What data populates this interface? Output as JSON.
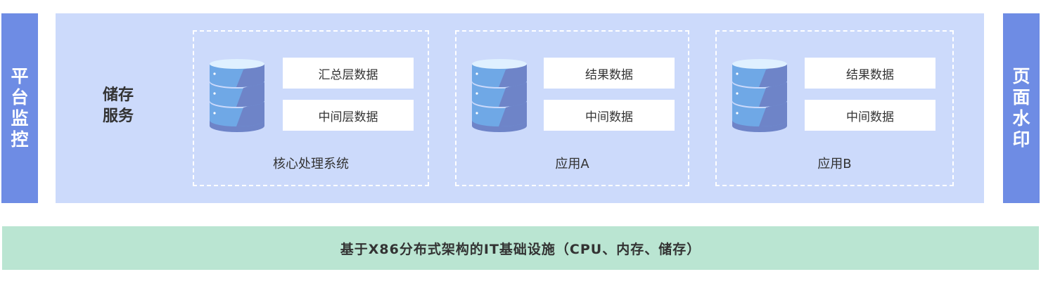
{
  "left_bar": {
    "label": "平台监控"
  },
  "right_bar": {
    "label": "页面水印"
  },
  "storage": {
    "label": "储存服务"
  },
  "groups": [
    {
      "caption": "核心处理系统",
      "boxes": [
        "汇总层数据",
        "中间层数据"
      ]
    },
    {
      "caption": "应用A",
      "boxes": [
        "结果数据",
        "中间数据"
      ]
    },
    {
      "caption": "应用B",
      "boxes": [
        "结果数据",
        "中间数据"
      ]
    }
  ],
  "infrastructure": {
    "label": "基于X86分布式架构的IT基础设施（CPU、内存、储存）"
  },
  "colors": {
    "side_bar": "#6e8ce4",
    "main_panel": "#ccdafb",
    "infra_bar": "#bae5d2",
    "db_light": "#6fa8e6",
    "db_dark": "#6e84c8",
    "db_top": "#dff0ff"
  },
  "icons": {
    "database": "database-icon"
  }
}
